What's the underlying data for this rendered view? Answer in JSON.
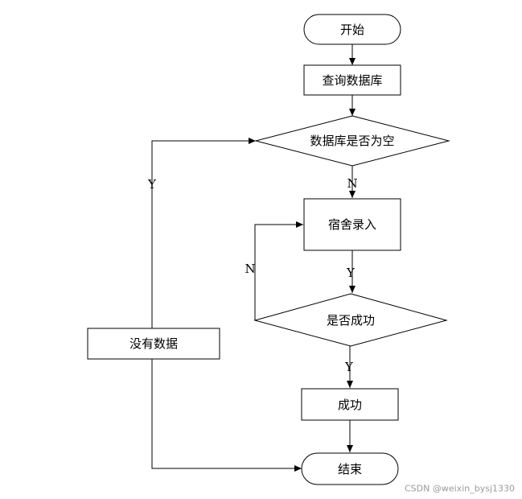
{
  "nodes": {
    "start": "开始",
    "query_db": "查询数据库",
    "db_empty_decision": "数据库是否为空",
    "dorm_entry": "宿舍录入",
    "success_decision": "是否成功",
    "success": "成功",
    "no_data": "没有数据",
    "end": "结束"
  },
  "edge_labels": {
    "empty_yes": "Y",
    "empty_no": "N",
    "entry_yes": "Y",
    "retry_no": "N",
    "success_yes": "Y"
  },
  "watermark": "CSDN @weixin_bysj1330"
}
